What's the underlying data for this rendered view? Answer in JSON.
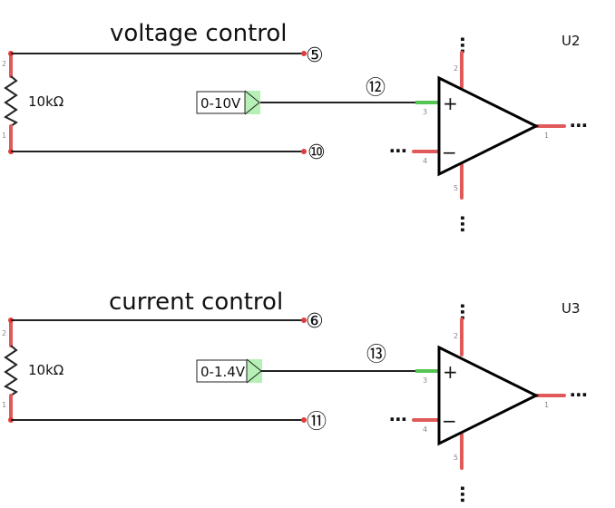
{
  "sections": [
    {
      "title": "voltage control",
      "resistor_label": "10kΩ",
      "resistor_pins": [
        "2",
        "1"
      ],
      "source_label": "0-10V",
      "net_top": "⑤",
      "net_bottom": "⑩",
      "net_signal": "⑫",
      "opamp": {
        "ref": "U2",
        "plus": "+",
        "minus": "−",
        "pin_plus": "3",
        "pin_minus": "4",
        "pin_out": "1",
        "pin_top": "2",
        "pin_bottom": "5",
        "ellipsis": "⋯"
      }
    },
    {
      "title": "current control",
      "resistor_label": "10kΩ",
      "resistor_pins": [
        "2",
        "1"
      ],
      "source_label": "0-1.4V",
      "net_top": "⑥",
      "net_bottom": "⑪",
      "net_signal": "⑬",
      "opamp": {
        "ref": "U3",
        "plus": "+",
        "minus": "−",
        "pin_plus": "3",
        "pin_minus": "4",
        "pin_out": "1",
        "pin_top": "2",
        "pin_bottom": "5",
        "ellipsis": "⋯"
      }
    }
  ],
  "colors": {
    "pin": "#e05a5a",
    "pin_green": "#55c455",
    "source_fill": "#b6f0b6",
    "wire": "#222222"
  }
}
